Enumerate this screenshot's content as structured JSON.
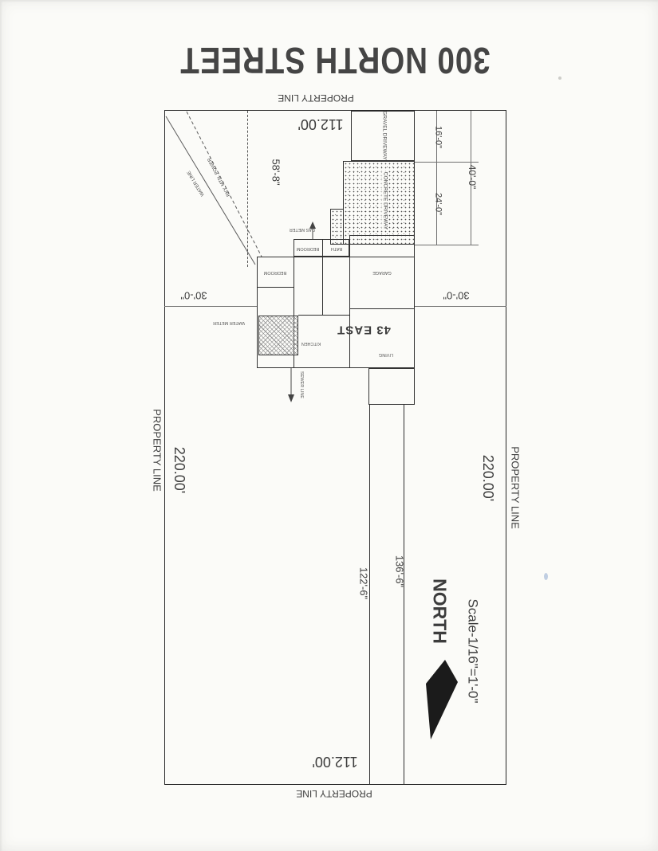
{
  "page": {
    "street_title": "300 NORTH STREET",
    "north_label": "NORTH",
    "scale_note": "Scale-1/16\"=1'-0\""
  },
  "boundary": {
    "property_line_top": "PROPERTY LINE",
    "property_line_bottom": "PROPERTY LINE",
    "property_line_left": "PROPERTY LINE",
    "property_line_right": "PROPERTY LINE",
    "width_top": "112.00'",
    "width_bottom": "112.00'",
    "depth_left": "220.00'",
    "depth_right": "220.00'"
  },
  "dimensions": {
    "d58_8": "58'-8\"",
    "d16_0": "16'-0\"",
    "d24_0": "24'-0\"",
    "d40_0": "40'-0\"",
    "d30_0_west": "30'-0\"",
    "d30_0_east": "30'-0\"",
    "d122_6": "122'-6\"",
    "d136_6": "136'-6\""
  },
  "utilities": {
    "water_line": "WATER LINE",
    "power_line": "RKY. MTN. POWER",
    "gas_meter": "GAS METER",
    "water_meter": "WATER METER",
    "sewer_line": "SEWER LINE"
  },
  "site": {
    "gravel_driveway": "GRAVEL DRIVEWAY",
    "concrete_driveway": "CONCRETE DRIVEWAY",
    "house_number": "43 EAST"
  },
  "rooms": [
    {
      "label": "BEDROOM"
    },
    {
      "label": "BATH"
    },
    {
      "label": "BEDROOM"
    },
    {
      "label": "GARAGE"
    },
    {
      "label": "KITCHEN"
    },
    {
      "label": "LIVING"
    }
  ],
  "colors": {
    "ink": "#333333",
    "paper": "#fbfbf8"
  }
}
